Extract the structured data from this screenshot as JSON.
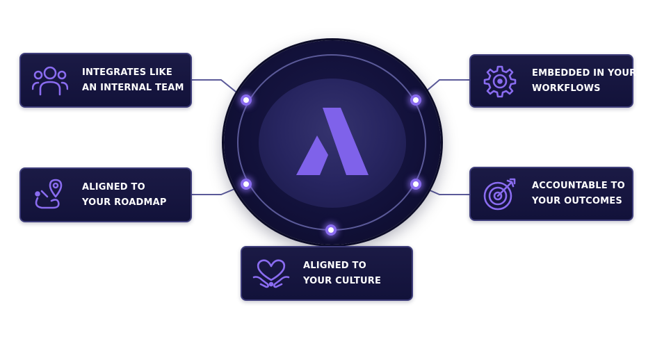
{
  "colors": {
    "card_bg": "#16153f",
    "card_border": "#3e3d7a",
    "accent_purple": "#8a6cf0",
    "text": "#ffffff",
    "connector": "#5b5a99"
  },
  "hub": {
    "logo_icon": "logo-a-icon"
  },
  "cards": {
    "integrates": {
      "line1": "INTEGRATES LIKE",
      "line2": "AN INTERNAL TEAM",
      "icon": "team-icon"
    },
    "roadmap": {
      "line1": "ALIGNED TO",
      "line2": "YOUR ROADMAP",
      "icon": "map-pin-route-icon"
    },
    "embedded": {
      "line1": "EMBEDDED IN YOUR",
      "line2": "WORKFLOWS",
      "icon": "gear-icon"
    },
    "outcomes": {
      "line1": "ACCOUNTABLE TO",
      "line2": "YOUR OUTCOMES",
      "icon": "target-icon"
    },
    "culture": {
      "line1": "ALIGNED TO",
      "line2": "YOUR CULTURE",
      "icon": "heart-hands-icon"
    }
  }
}
